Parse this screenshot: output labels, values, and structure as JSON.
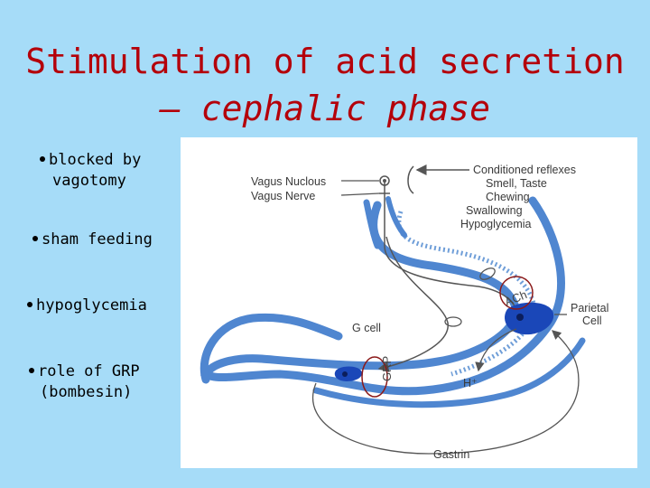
{
  "slide": {
    "title_line1": "Stimulation of acid secretion",
    "title_line2": "– cephalic phase",
    "bullets": [
      {
        "line1": "blocked by",
        "line2": "vagotomy"
      },
      {
        "line1": "sham feeding",
        "line2": ""
      },
      {
        "line1": "hypoglycemia",
        "line2": ""
      },
      {
        "line1": "role of GRP",
        "line2": "(bombesin)"
      }
    ]
  },
  "diagram": {
    "labels": {
      "vagus_nucleus": "Vagus Nuclous",
      "vagus_nerve": "Vagus Nerve",
      "conditioned_reflexes": "Conditioned reflexes",
      "smell_taste": "Smell, Taste",
      "chewing": "Chewing",
      "swallowing": "Swallowing",
      "hypoglycemia": "Hypoglycemia",
      "ach": "ACh",
      "parietal_cell_1": "Parietal",
      "parietal_cell_2": "Cell",
      "g_cell": "G cell",
      "grp": "GRP",
      "h_plus": "H⁺",
      "gastrin": "Gastrin"
    },
    "colors": {
      "stomach": "#4f86d0",
      "cell": "#1a47b8",
      "highlight_circle": "#8b1a1a",
      "line": "#555555"
    }
  }
}
